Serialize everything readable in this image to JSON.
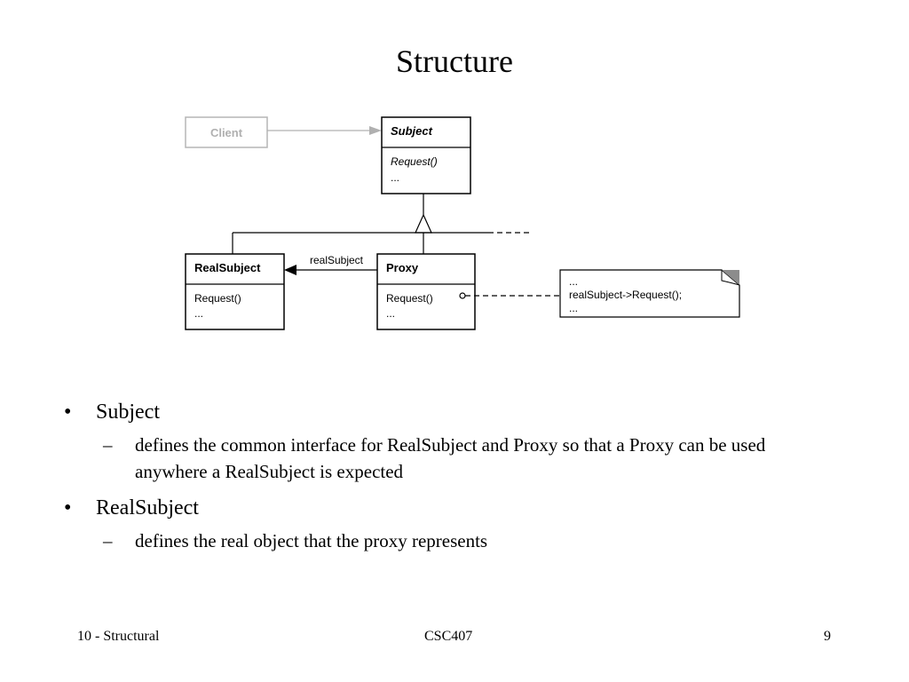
{
  "slide": {
    "title": "Structure",
    "bullets": [
      {
        "text": "Subject",
        "sub": "defines the common interface for RealSubject and Proxy so that a Proxy can be used anywhere a RealSubject is expected"
      },
      {
        "text": "RealSubject",
        "sub": "defines the real object that the proxy represents"
      }
    ],
    "bullet_marker": "•",
    "sub_marker": "–"
  },
  "diagram": {
    "client": "Client",
    "subject": {
      "name": "Subject",
      "op": "Request()",
      "more": "..."
    },
    "realsubject": {
      "name": "RealSubject",
      "op": "Request()",
      "more": "..."
    },
    "proxy": {
      "name": "Proxy",
      "op": "Request()",
      "more": "..."
    },
    "association_label": "realSubject",
    "note": {
      "line1": "...",
      "line2": "realSubject->Request();",
      "line3": "..."
    }
  },
  "footer": {
    "left": "10 - Structural",
    "center": "CSC407",
    "right": "9"
  }
}
